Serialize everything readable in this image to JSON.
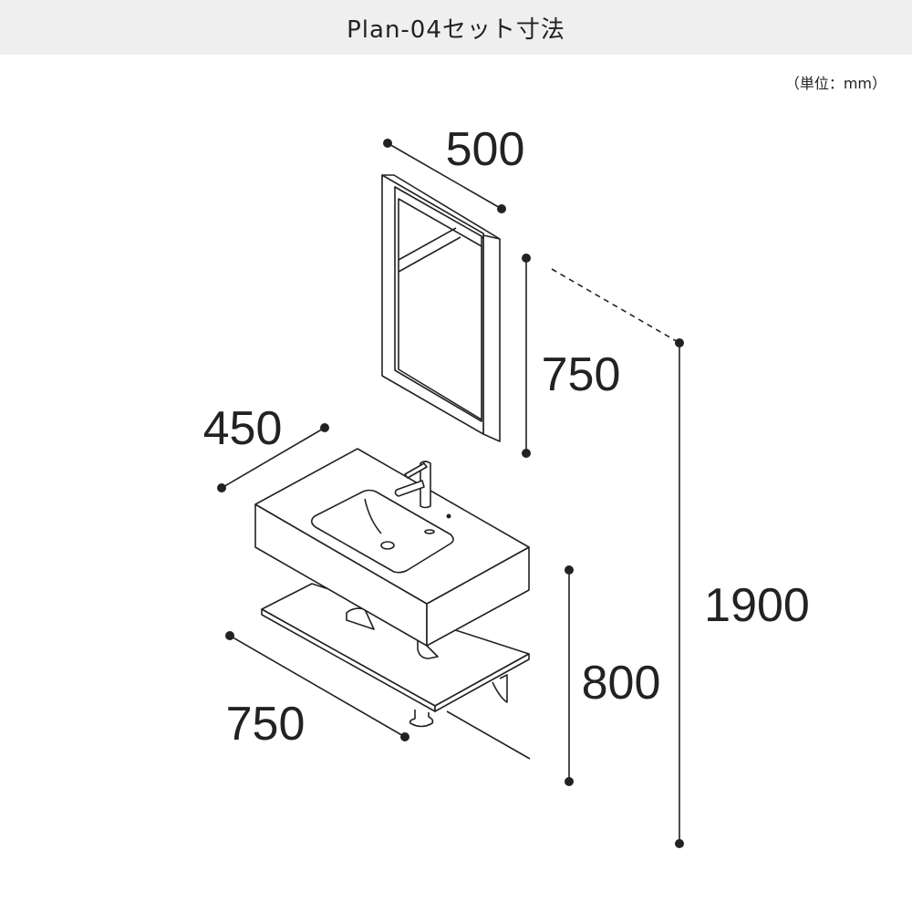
{
  "header": {
    "title": "Plan-04セット寸法"
  },
  "unit_label": "（単位：mm）",
  "dimensions": {
    "mirror_width": "500",
    "mirror_height": "750",
    "total_height": "1900",
    "basin_depth": "450",
    "basin_height": "800",
    "basin_width": "750"
  }
}
